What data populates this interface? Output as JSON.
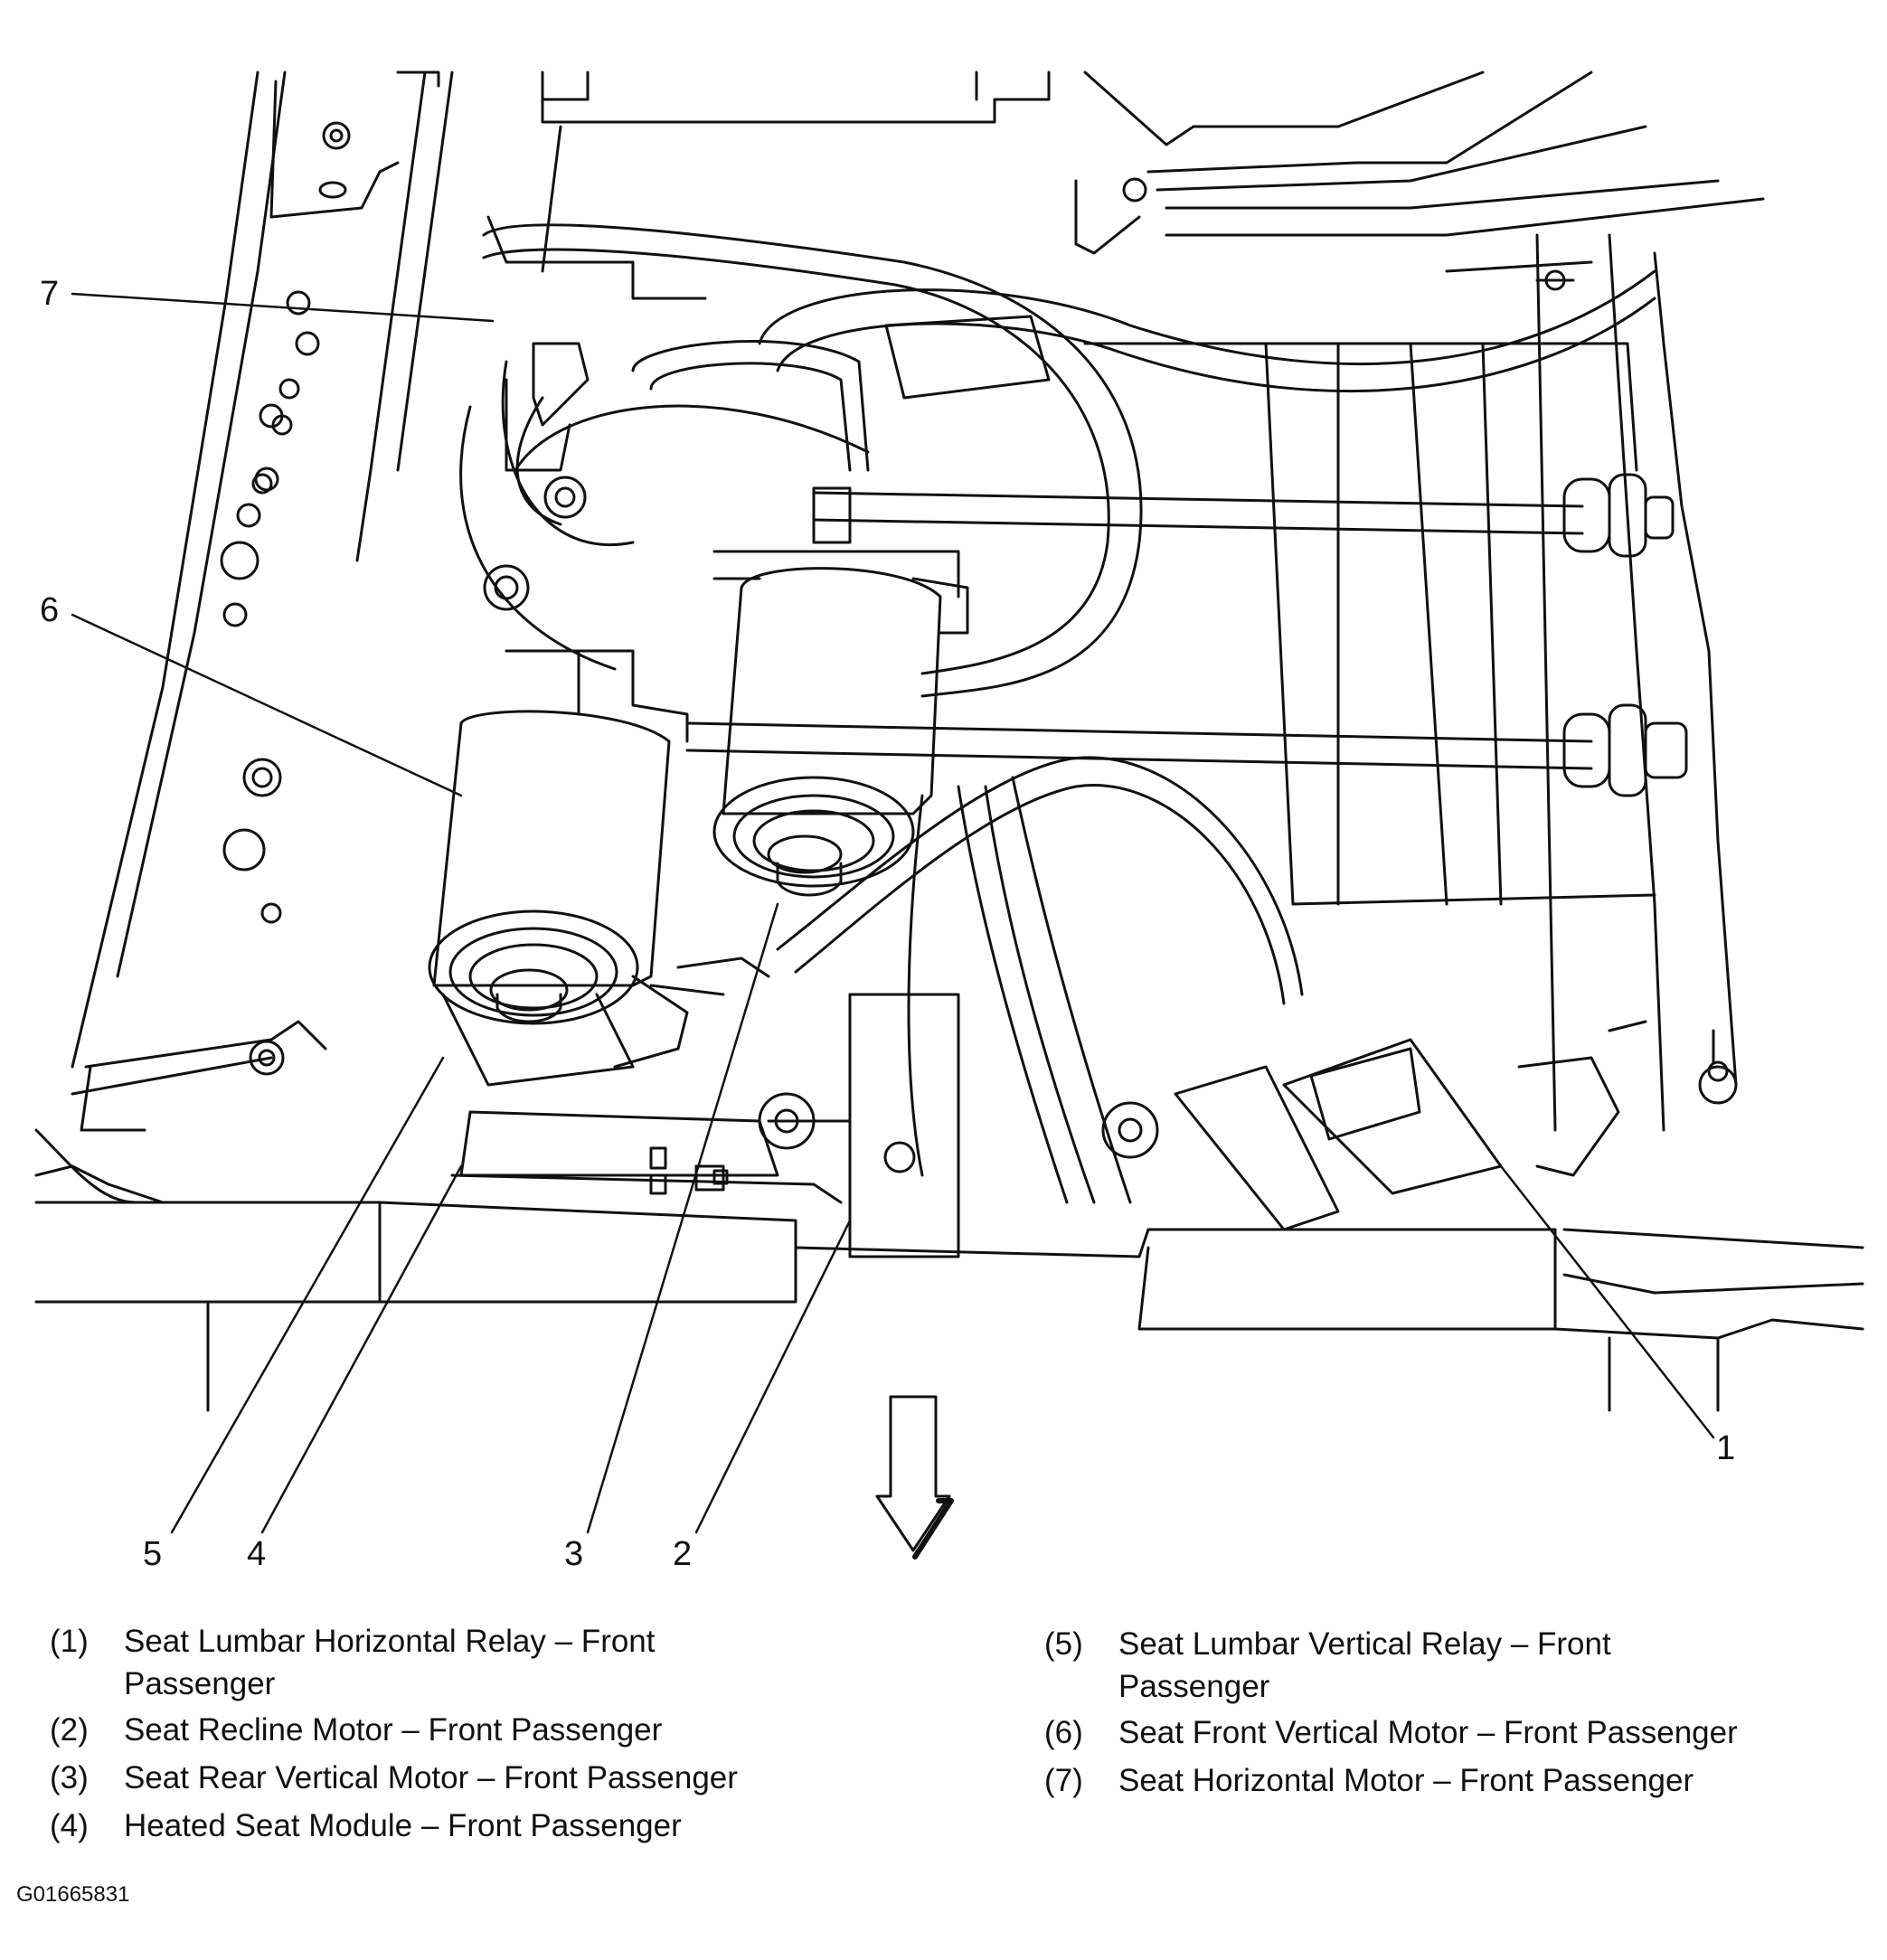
{
  "diagram": {
    "callouts": [
      "1",
      "2",
      "3",
      "4",
      "5",
      "6",
      "7"
    ],
    "direction_arrow": "arrow-down-icon"
  },
  "legend": [
    {
      "num": "(1)",
      "text": "Seat Lumbar Horizontal Relay – Front Passenger"
    },
    {
      "num": "(2)",
      "text": "Seat Recline Motor – Front Passenger"
    },
    {
      "num": "(3)",
      "text": "Seat Rear Vertical Motor – Front Passenger"
    },
    {
      "num": "(4)",
      "text": "Heated Seat Module – Front Passenger"
    },
    {
      "num": "(5)",
      "text": "Seat Lumbar Vertical Relay – Front Passenger"
    },
    {
      "num": "(6)",
      "text": "Seat Front Vertical Motor – Front Passenger"
    },
    {
      "num": "(7)",
      "text": "Seat Horizontal Motor – Front Passenger"
    }
  ],
  "figure_id": "G01665831"
}
